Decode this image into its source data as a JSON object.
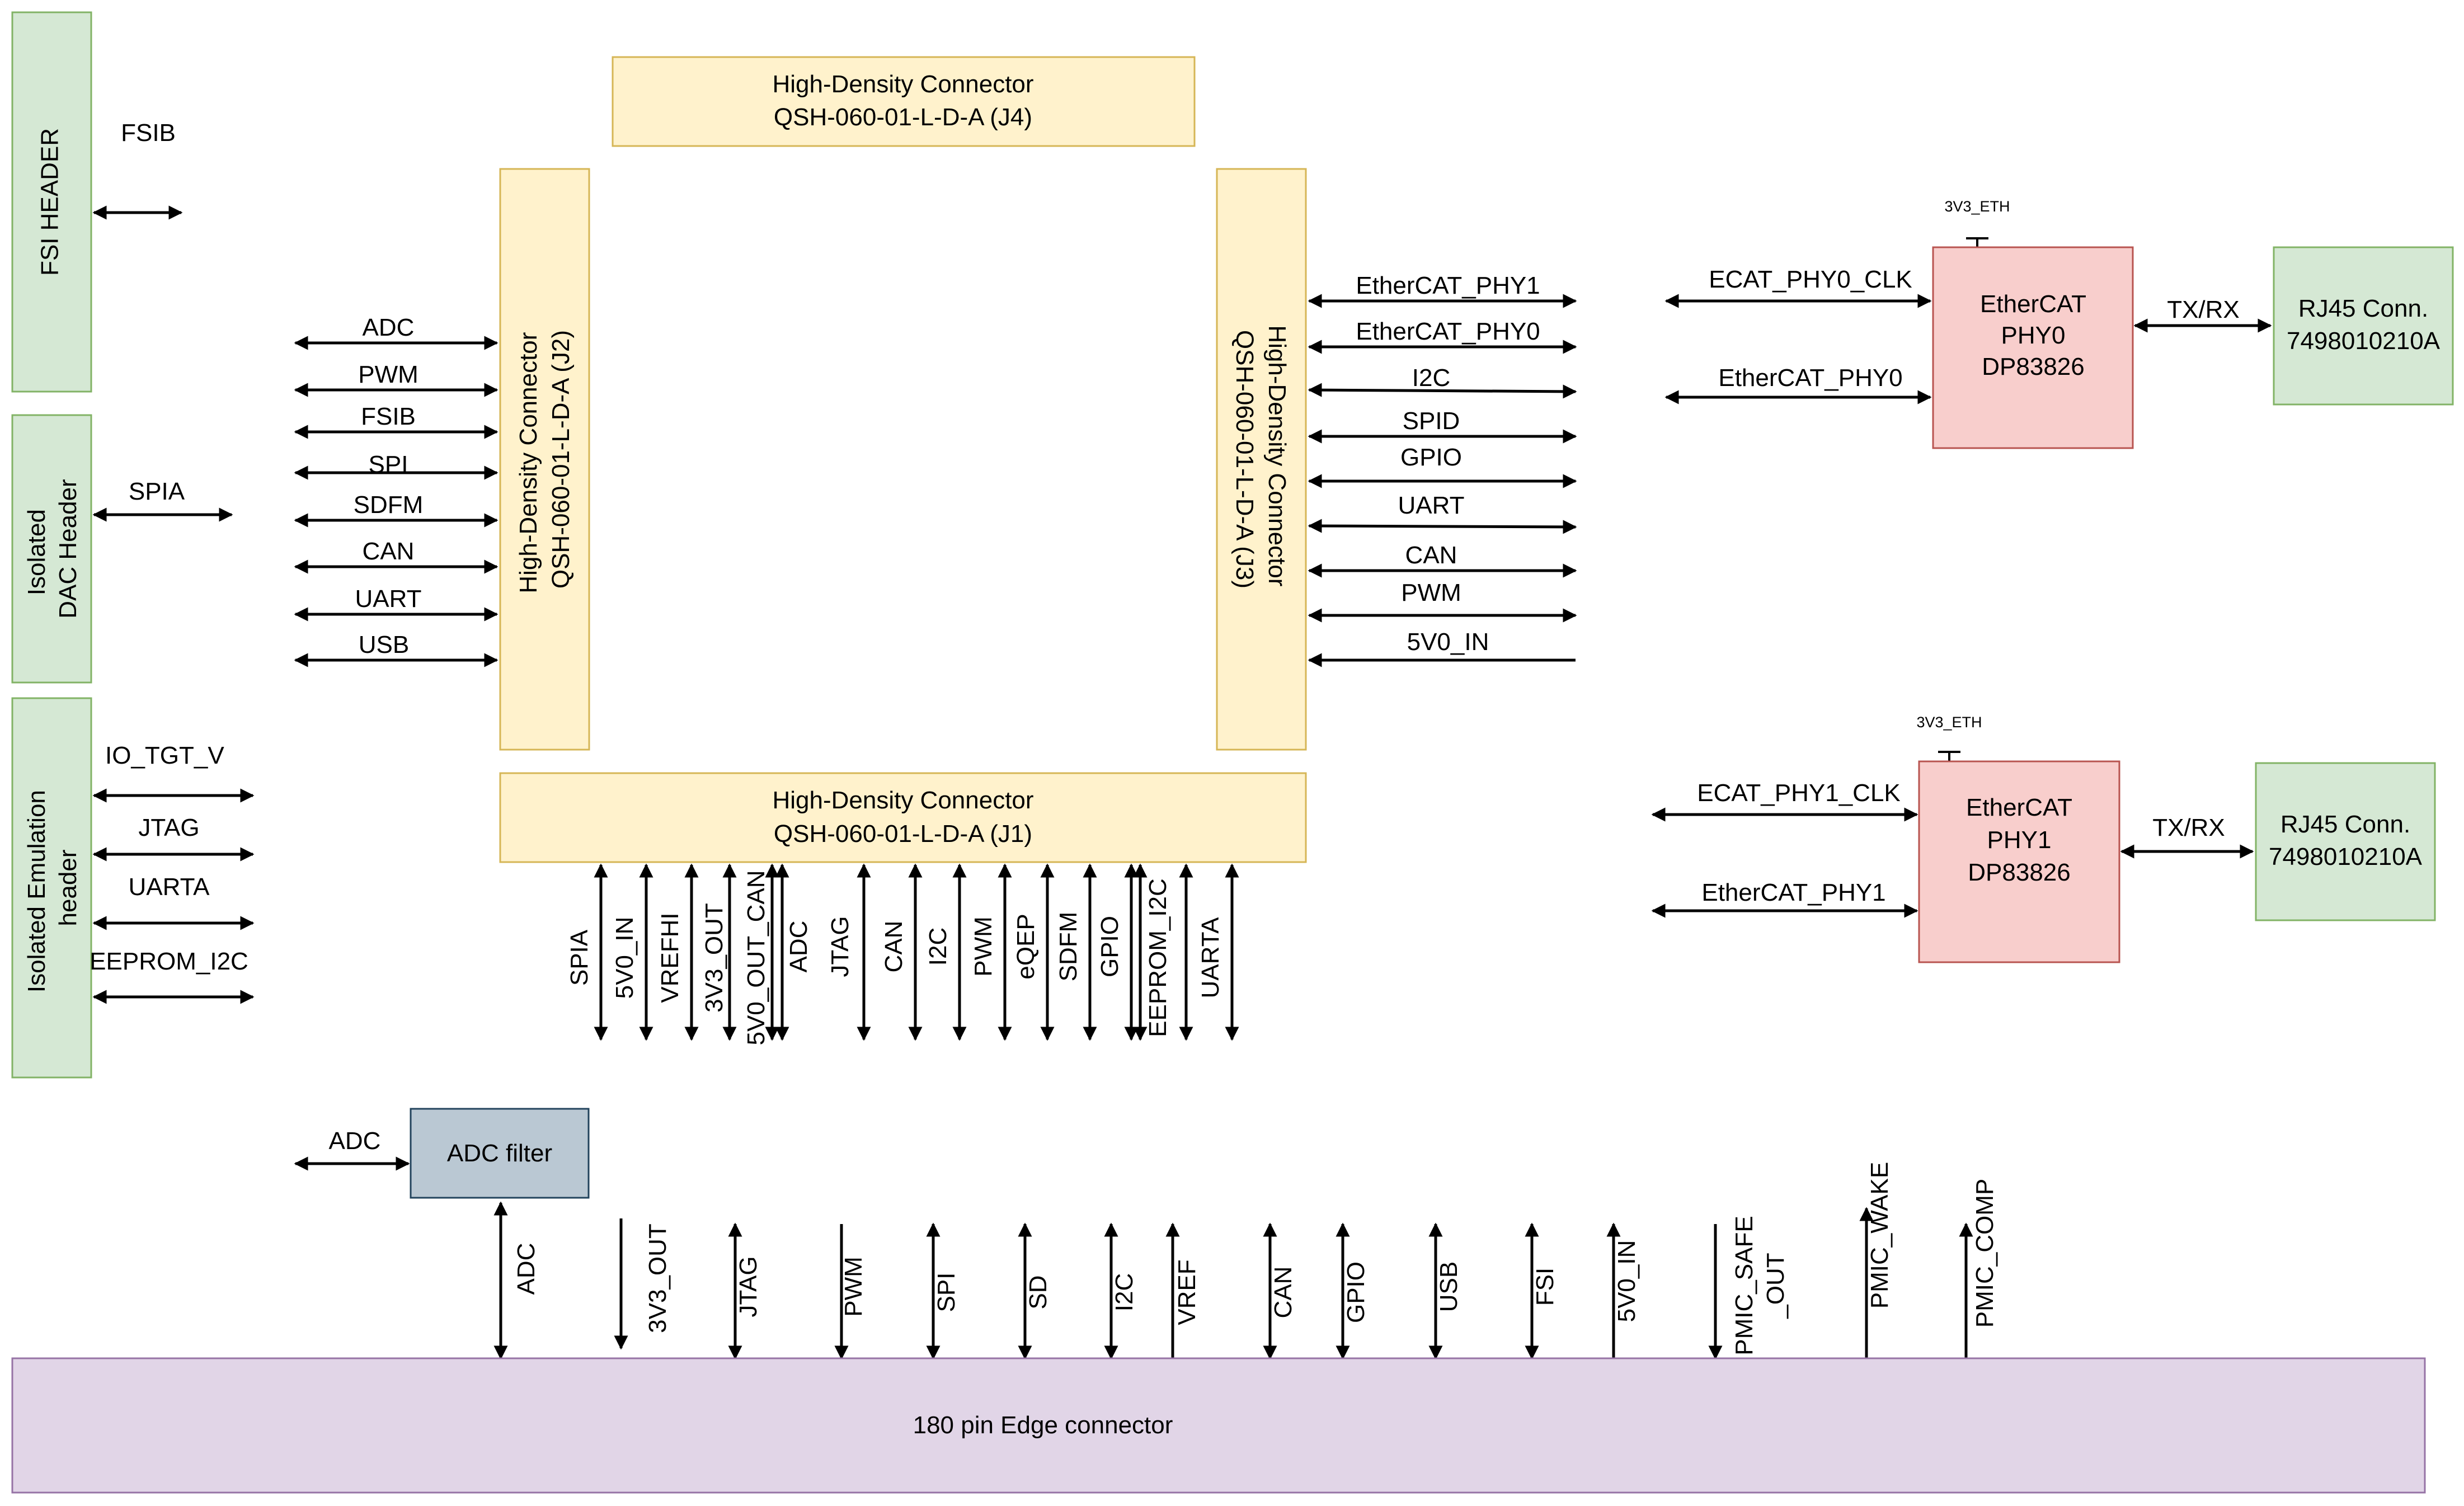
{
  "blocks": {
    "fsi_header": "FSI HEADER",
    "dac_header": [
      "Isolated",
      "DAC Header"
    ],
    "emu_header": [
      "Isolated Emulation",
      "header"
    ],
    "j4": [
      "High-Density Connector",
      "QSH-060-01-L-D-A (J4)"
    ],
    "j2": [
      "High-Density Connector",
      "QSH-060-01-L-D-A (J2)"
    ],
    "j3": [
      "High-Density Connector",
      "QSH-060-01-L-D-A (J3)"
    ],
    "j1": [
      "High-Density Connector",
      "QSH-060-01-L-D-A (J1)"
    ],
    "phy0": [
      "EtherCAT",
      "PHY0",
      "DP83826"
    ],
    "phy1": [
      "EtherCAT",
      "PHY1",
      "DP83826"
    ],
    "rj45_0": [
      "RJ45 Conn.",
      "7498010210A"
    ],
    "rj45_1": [
      "RJ45 Conn.",
      "7498010210A"
    ],
    "adc_filter": "ADC filter",
    "edge_connector": "180 pin Edge connector"
  },
  "signals": {
    "fsi": "FSIB",
    "dac": "SPIA",
    "emu": [
      "IO_TGT_V",
      "JTAG",
      "UARTA",
      "EEPROM_I2C"
    ],
    "j2": [
      "ADC",
      "PWM",
      "FSIB",
      "SPI",
      "SDFM",
      "CAN",
      "UART",
      "USB"
    ],
    "j3": [
      "EtherCAT_PHY1",
      "EtherCAT_PHY0",
      "I2C",
      "SPID",
      "GPIO",
      "UART",
      "CAN",
      "PWM",
      "5V0_IN"
    ],
    "j1": [
      "SPIA",
      "5V0_IN",
      "VREFHI",
      "3V3_OUT",
      "5V0_OUT_CAN",
      "ADC",
      "JTAG",
      "CAN",
      "I2C",
      "PWM",
      "eQEP",
      "SDFM",
      "GPIO",
      "EEPROM_I2C",
      "UARTA"
    ],
    "phy0_in": [
      "ECAT_PHY0_CLK",
      "EtherCAT_PHY0"
    ],
    "phy1_in": [
      "ECAT_PHY1_CLK",
      "EtherCAT_PHY1"
    ],
    "phy_supply": "3V3_ETH",
    "txrx": "TX/RX",
    "adc_in": "ADC",
    "edge": [
      "ADC",
      "3V3_OUT",
      "JTAG",
      "PWM",
      "SPI",
      "SD",
      "I2C",
      "VREF",
      "CAN",
      "GPIO",
      "USB",
      "FSI",
      "5V0_IN",
      "PMIC_SAFE",
      "_OUT",
      "PMIC_WAKE",
      "PMIC_COMP"
    ]
  }
}
